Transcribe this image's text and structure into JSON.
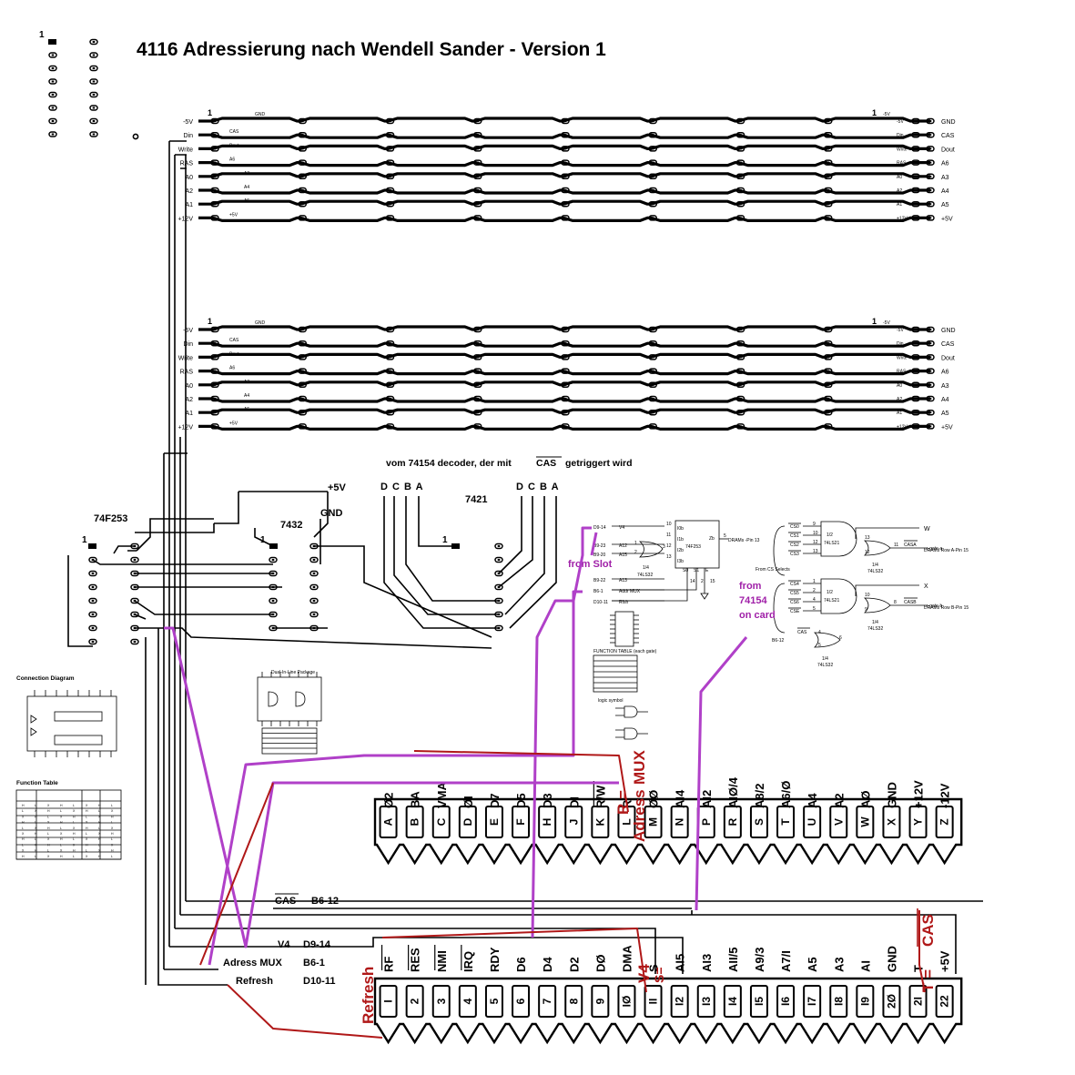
{
  "title": "4116 Adressierung nach Wendell Sander - Version 1",
  "socket_pin1": "1",
  "ram_bank": {
    "left_labels": [
      "-5V",
      "Din",
      "Write",
      "RAS",
      "A0",
      "A2",
      "A1",
      "+12V"
    ],
    "right_labels": [
      "GND",
      "CAS",
      "Dout",
      "A6",
      "A3",
      "A4",
      "A5",
      "+5V"
    ],
    "inner_labels": [
      "GND",
      "CAS",
      "Dout",
      "A6",
      "A3",
      "A4",
      "A5",
      "+5V"
    ],
    "right_inner": [
      "-5V",
      "Din",
      "Write",
      "RAS",
      "A0",
      "A2",
      "A1",
      "+12V"
    ],
    "pin1": "1"
  },
  "chips": {
    "f253": "74F253",
    "or32": "7432",
    "and21": "7421",
    "vcc": "+5V",
    "gnd": "GND",
    "pin1": "1",
    "dcba_left": "D C B A",
    "dcba_right": "D C B A"
  },
  "decoder_note": {
    "prefix": "vom 74154 decoder, der mit",
    "cas": "CAS",
    "suffix": "getriggert wird"
  },
  "logic": {
    "signals_left": [
      "D9-14",
      "B9-23",
      "B9-20",
      "B9-22",
      "B6-1",
      "D10-11"
    ],
    "inner_left": [
      "V4",
      "A12",
      "A15",
      "A13",
      "Addr MUX",
      "Rfsh"
    ],
    "mux_pins": [
      "10",
      "11",
      "12",
      "13",
      "I0b",
      "I1b",
      "I2b",
      "I3b",
      "S0",
      "S1",
      "E",
      "Zb",
      "5",
      "14",
      "2",
      "15"
    ],
    "mux_name": "74F253",
    "dram_pin13": "DRAMs -Pin 13",
    "or_quarter": "1/4",
    "or_name": "74LS32",
    "gate_pins": [
      "1",
      "2",
      "3"
    ],
    "from_slot": "from Slot",
    "cs_inputs_top": [
      "CS0",
      "CS1",
      "CS2",
      "CS3"
    ],
    "cs_inputs_bottom": [
      "CS4",
      "CS5",
      "CS6",
      "CSE"
    ],
    "and_top_pins": [
      "9",
      "10",
      "12",
      "13"
    ],
    "and_bottom_pins": [
      "1",
      "2",
      "4",
      "5"
    ],
    "half": "1/2",
    "and_name": "74LS21",
    "from_cs": "From CS Selects",
    "from_74154": "from 74154 on card",
    "or_top_pins": [
      "13",
      "12",
      "11"
    ],
    "or_mid_pins": [
      "10",
      "9",
      "8"
    ],
    "casa": "CASA",
    "casb": "CASB",
    "row_a": "DRAMs Row A-Pin 15",
    "row_b": "DRAMs Row B-Pin 15",
    "w": "W",
    "x": "X",
    "b612": "B6-12",
    "cas_in": "CAS",
    "or_bot_pins": [
      "4",
      "5",
      "6"
    ]
  },
  "datasheet": {
    "connection_diagram": "Connection Diagram",
    "function_table": "Function Table",
    "dip_label": "Dual-In-Line Package",
    "function_table_small": "FUNCTION TABLE (each gate)",
    "logic_symbol": "logic symbol"
  },
  "edge_top": {
    "labels": [
      "Ø2",
      "BA",
      "VMA",
      "ØI",
      "D7",
      "D5",
      "D3",
      "DI",
      "R/W",
      "R",
      "ØØ",
      "AI4",
      "AI2",
      "AIØ/4",
      "A8/2",
      "A6/Ø",
      "A4",
      "A2",
      "AØ",
      "GND",
      "+12V",
      "-12V"
    ],
    "pins": [
      "A",
      "B",
      "C",
      "D",
      "E",
      "F",
      "H",
      "J",
      "K",
      "L",
      "M",
      "N",
      "P",
      "R",
      "S",
      "T",
      "U",
      "V",
      "W",
      "X",
      "Y",
      "Z"
    ]
  },
  "edge_bottom": {
    "labels": [
      "RF",
      "RES",
      "NMI",
      "IRQ",
      "RDY",
      "D6",
      "D4",
      "D2",
      "DØ",
      "DMA",
      "S",
      "AI5",
      "AI3",
      "AII/5",
      "A9/3",
      "A7/I",
      "A5",
      "A3",
      "AI",
      "GND",
      "T",
      "+5V"
    ],
    "pins": [
      "I",
      "2",
      "3",
      "4",
      "5",
      "6",
      "7",
      "8",
      "9",
      "IØ",
      "II",
      "I2",
      "I3",
      "I4",
      "I5",
      "I6",
      "I7",
      "I8",
      "I9",
      "2Ø",
      "2I",
      "22"
    ]
  },
  "wire_labels": {
    "cas": "CAS",
    "b612": "B6-12",
    "v4": "V4",
    "d914": "D9-14",
    "addr_mux": "Adress MUX",
    "b61": "B6-1",
    "refresh": "Refresh",
    "d1011": "D10-11"
  },
  "annotations": {
    "adress_mux_1": "R =",
    "adress_mux_2": "Adress",
    "adress_mux_3": "MUX",
    "v4": "V4",
    "s_eq": "S=",
    "refresh": "Refresh",
    "t_eq": "T =",
    "cas": "CAS"
  },
  "colors": {
    "magenta": "#b040c8",
    "red": "#b01818",
    "black": "#000000"
  }
}
